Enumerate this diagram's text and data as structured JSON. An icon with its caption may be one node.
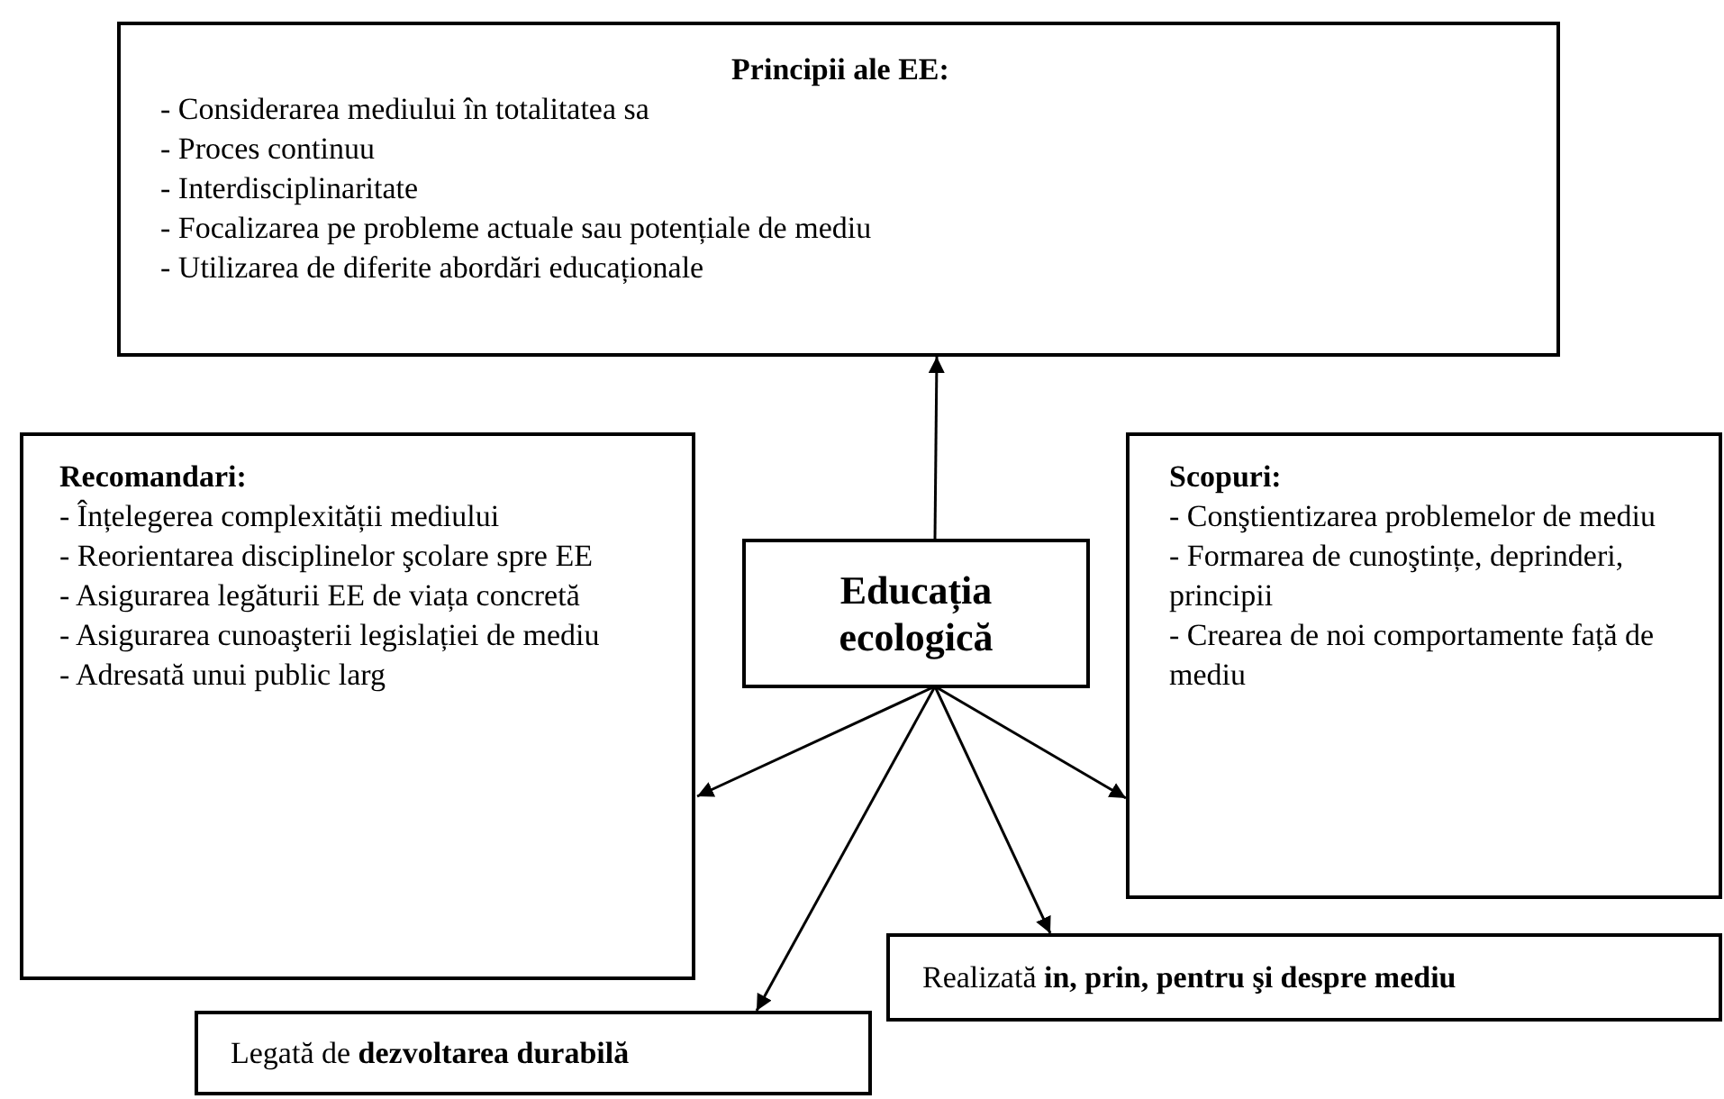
{
  "diagram": {
    "nodes": [
      {
        "text": [
          "Principii ale EE:",
          "- Considerarea mediului în totalitatea sa",
          "- Proces continuu",
          "- Interdisciplinaritate",
          "- Focalizarea pe probleme actuale sau potențiale  de mediu",
          "- Utilizarea de diferite abordări educaționale"
        ]
      },
      {
        "text": [
          "Recomandari:",
          "- Înțelegerea complexității mediului",
          "- Reorientarea disciplinelor şcolare spre EE",
          "- Asigurarea legăturii EE de viața concretă",
          "- Asigurarea cunoaşterii legislației de mediu",
          "- Adresată unui public larg"
        ]
      },
      {
        "text": [
          "Educația ecologică"
        ]
      },
      {
        "text": [
          "Scopuri:",
          "- Conştientizarea problemelor de mediu",
          "- Formarea de cunoştințe, deprinderi, principii",
          "- Crearea de noi comportamente față de mediu"
        ]
      },
      {
        "text": [
          "Realizată **in, prin, pentru şi despre mediu**"
        ]
      },
      {
        "text": [
          "Legată de **dezvoltarea durabilă**"
        ]
      }
    ],
    "edges": [
      {
        "from": 2,
        "to": 0,
        "arrow": "to"
      },
      {
        "from": 2,
        "to": 1,
        "arrow": "to"
      },
      {
        "from": 2,
        "to": 3,
        "arrow": "to"
      },
      {
        "from": 2,
        "to": 5,
        "arrow": "to"
      },
      {
        "from": 2,
        "to": 4,
        "arrow": "to"
      }
    ]
  }
}
